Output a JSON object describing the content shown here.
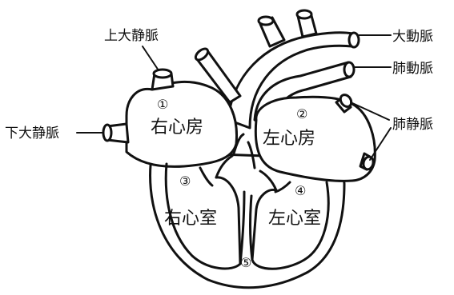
{
  "vessels": {
    "superior_vena_cava": "上大静脈",
    "inferior_vena_cava": "下大静脈",
    "aorta": "大動脈",
    "pulmonary_artery": "肺動脈",
    "pulmonary_vein": "肺静脈"
  },
  "chambers": {
    "right_atrium": "右心房",
    "left_atrium": "左心房",
    "right_ventricle": "右心室",
    "left_ventricle": "左心室"
  },
  "markers": {
    "m1": "①",
    "m2": "②",
    "m3": "③",
    "m4": "④",
    "m5": "⑤"
  }
}
